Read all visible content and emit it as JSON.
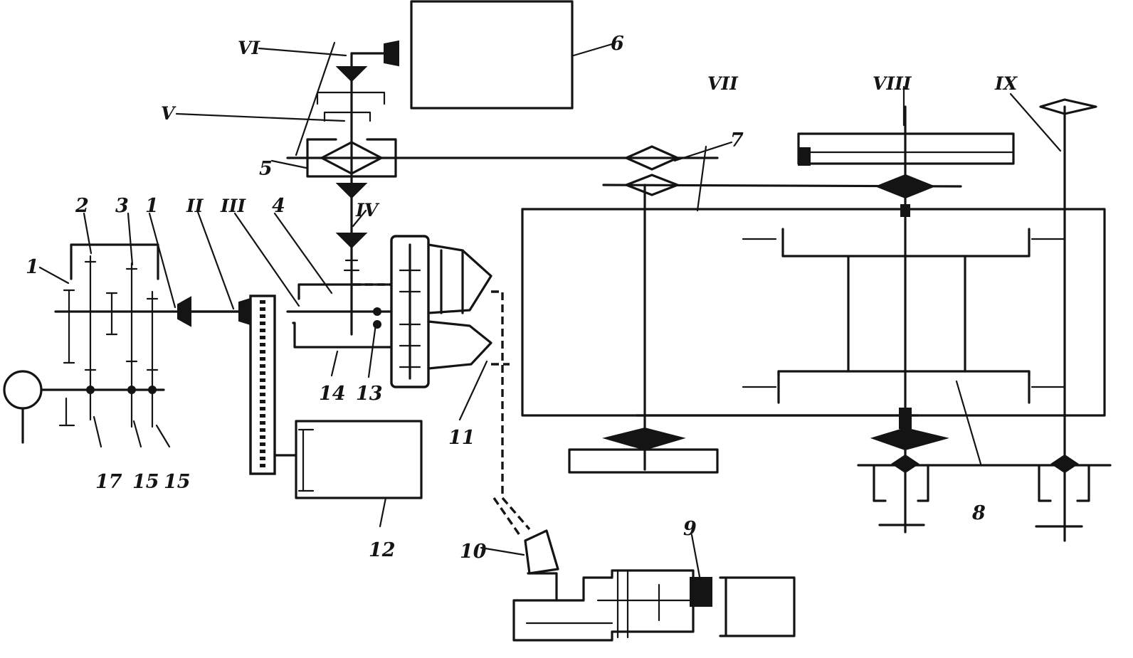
{
  "labels": {
    "n1a": "1",
    "n2": "2",
    "n3": "3",
    "n1b": "1",
    "n4": "4",
    "n5": "5",
    "n6": "6",
    "n7": "7",
    "n8": "8",
    "n9": "9",
    "n10": "10",
    "n11": "11",
    "n12": "12",
    "n13": "13",
    "n14": "14",
    "n15a": "15",
    "n15b": "15",
    "n17": "17"
  },
  "roman": {
    "r2": "II",
    "r3": "III",
    "r4": "IV",
    "r5": "V",
    "r6": "VI",
    "r7": "VII",
    "r8": "VIII",
    "r9": "IX"
  }
}
